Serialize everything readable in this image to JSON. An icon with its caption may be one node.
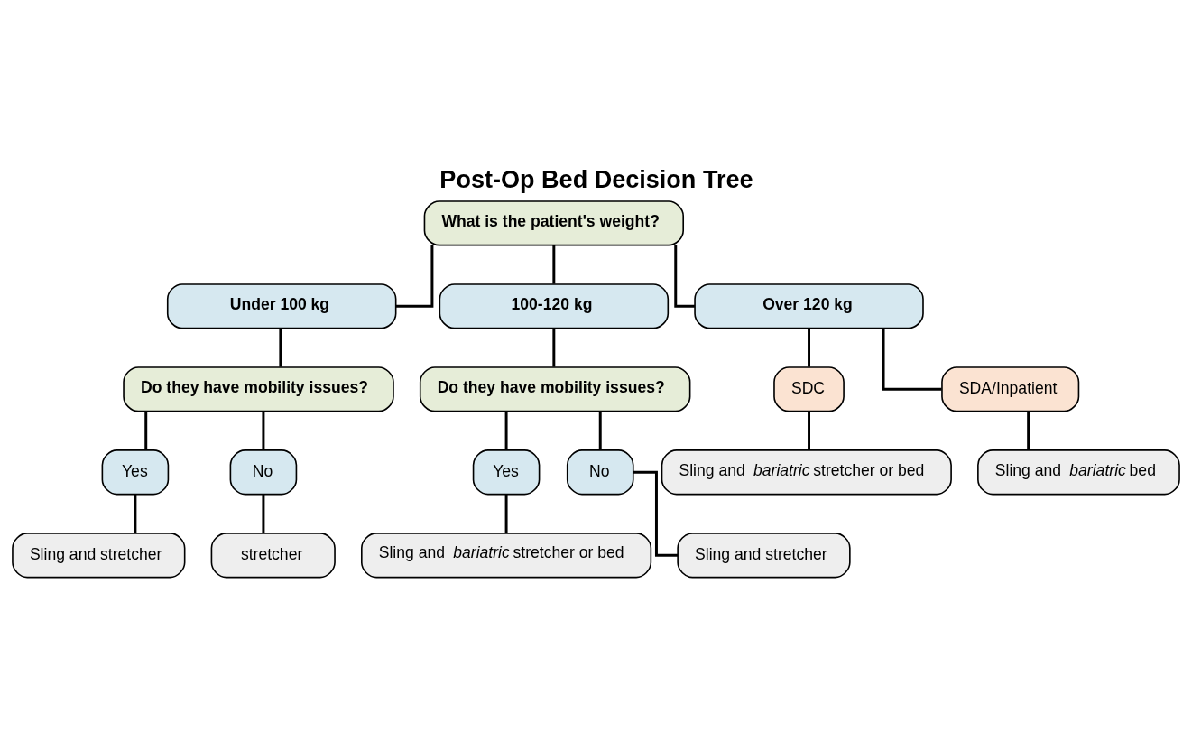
{
  "diagram": {
    "title": "Post-Op Bed Decision Tree",
    "nodes": [
      {
        "text": [
          "What is the patient's weight?"
        ]
      },
      {
        "text": [
          "Under 100 kg"
        ]
      },
      {
        "text": [
          "100-120 kg"
        ]
      },
      {
        "text": [
          "Over 120 kg"
        ]
      },
      {
        "text": [
          "Do they have mobility issues?"
        ]
      },
      {
        "text": [
          "Do they have mobility issues?"
        ]
      },
      {
        "text": [
          "Yes"
        ]
      },
      {
        "text": [
          "No"
        ]
      },
      {
        "text": [
          "Yes"
        ]
      },
      {
        "text": [
          "No"
        ]
      },
      {
        "text": [
          "SDC"
        ]
      },
      {
        "text": [
          "SDA/Inpatient"
        ]
      },
      {
        "text": [
          "Sling and stretcher"
        ]
      },
      {
        "text": [
          "stretcher"
        ]
      },
      {
        "text": [
          "Sling and *bariatric* stretcher or bed"
        ]
      },
      {
        "text": [
          "Sling and stretcher"
        ]
      },
      {
        "text": [
          "Sling and *bariatric* stretcher or bed"
        ]
      },
      {
        "text": [
          "Sling and *bariatric* bed"
        ]
      }
    ],
    "edges": [
      {
        "from": 0,
        "to": 1,
        "arrow": "none"
      },
      {
        "from": 0,
        "to": 2,
        "arrow": "none"
      },
      {
        "from": 0,
        "to": 3,
        "arrow": "none"
      },
      {
        "from": 1,
        "to": 4,
        "arrow": "none"
      },
      {
        "from": 2,
        "to": 5,
        "arrow": "none"
      },
      {
        "from": 4,
        "to": 6,
        "arrow": "none"
      },
      {
        "from": 4,
        "to": 7,
        "arrow": "none"
      },
      {
        "from": 5,
        "to": 8,
        "arrow": "none"
      },
      {
        "from": 5,
        "to": 9,
        "arrow": "none"
      },
      {
        "from": 3,
        "to": 10,
        "arrow": "none"
      },
      {
        "from": 3,
        "to": 11,
        "arrow": "none"
      },
      {
        "from": 6,
        "to": 12,
        "arrow": "none"
      },
      {
        "from": 7,
        "to": 13,
        "arrow": "none"
      },
      {
        "from": 8,
        "to": 14,
        "arrow": "none"
      },
      {
        "from": 9,
        "to": 15,
        "arrow": "none"
      },
      {
        "from": 10,
        "to": 16,
        "arrow": "none"
      },
      {
        "from": 11,
        "to": 17,
        "arrow": "none"
      }
    ]
  }
}
